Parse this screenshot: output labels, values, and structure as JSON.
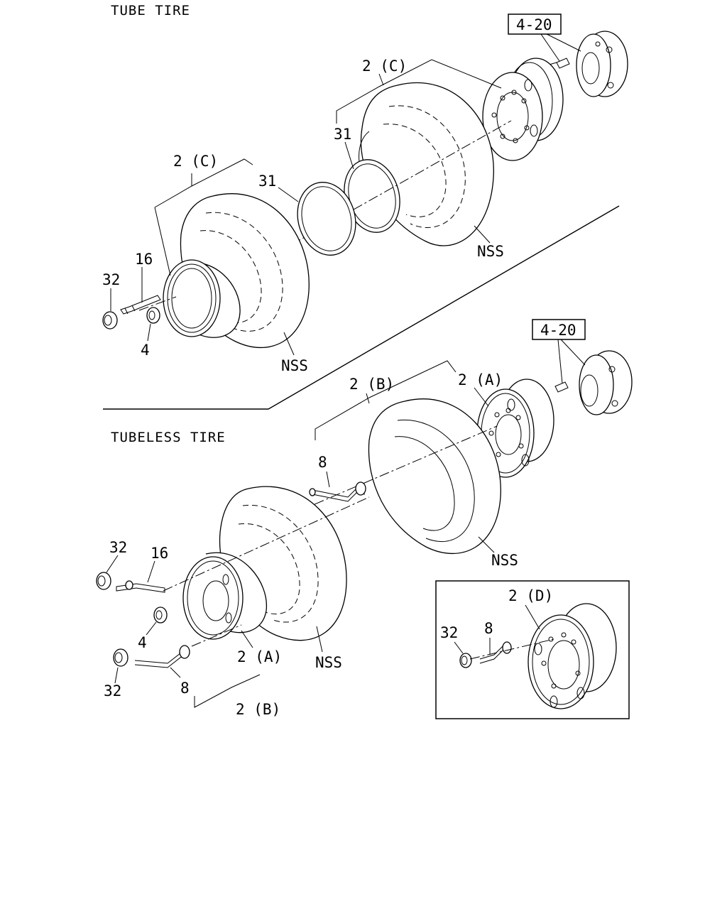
{
  "sections": {
    "tube_title": "TUBE TIRE",
    "tubeless_title": "TUBELESS TIRE"
  },
  "boxed_refs": {
    "top": "4-20",
    "bottom": "4-20"
  },
  "tube_labels": {
    "rim_c_upper": "2 (C)",
    "rim_c_lower": "2 (C)",
    "ring_upper": "31",
    "ring_lower": "31",
    "nss_upper": "NSS",
    "nss_lower": "NSS",
    "valve": "16",
    "nut": "32",
    "washer": "4"
  },
  "tubeless_labels": {
    "rim_b_upper": "2 (B)",
    "rim_a_upper": "2 (A)",
    "ext_upper": "8",
    "nss_upper": "NSS",
    "nut_left": "32",
    "valve": "16",
    "washer": "4",
    "rim_a_lower": "2 (A)",
    "nss_lower": "NSS",
    "nut_lower": "32",
    "ext_lower": "8",
    "rim_b_lower": "2 (B)"
  },
  "inset_labels": {
    "rim_d": "2 (D)",
    "nut": "32",
    "ext": "8"
  }
}
